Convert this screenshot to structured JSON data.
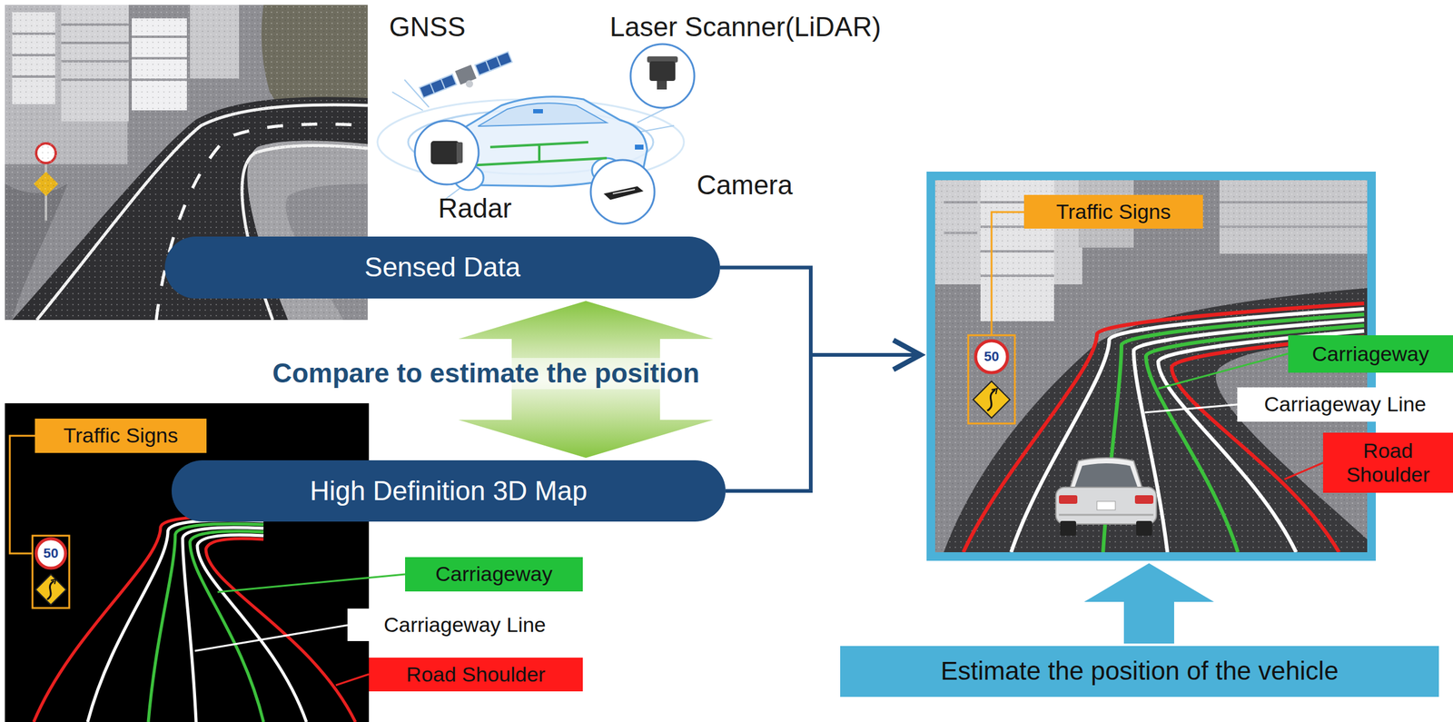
{
  "diagram": {
    "nodes": [
      {
        "text": [
          "Sensed Data"
        ]
      },
      {
        "text": [
          "High Definition 3D Map"
        ]
      },
      {
        "text": [
          "Traffic Signs",
          "Carriageway",
          "Carriageway Line",
          "Road Shoulder"
        ]
      },
      {
        "text": [
          "Estimate the position of the vehicle"
        ]
      }
    ],
    "edges": [
      {
        "from": 0,
        "to": 1,
        "arrow": "both",
        "label": "Compare to estimate the position"
      },
      {
        "from": 0,
        "to": 2,
        "arrow": "to"
      },
      {
        "from": 1,
        "to": 2,
        "arrow": "to"
      },
      {
        "from": 3,
        "to": 2,
        "arrow": "to"
      }
    ],
    "labels": [
      "GNSS",
      "Laser Scanner(LiDAR)",
      "Radar",
      "Camera",
      "Traffic Signs",
      "Carriageway",
      "Carriageway Line",
      "Road Shoulder",
      "50",
      "50"
    ]
  }
}
